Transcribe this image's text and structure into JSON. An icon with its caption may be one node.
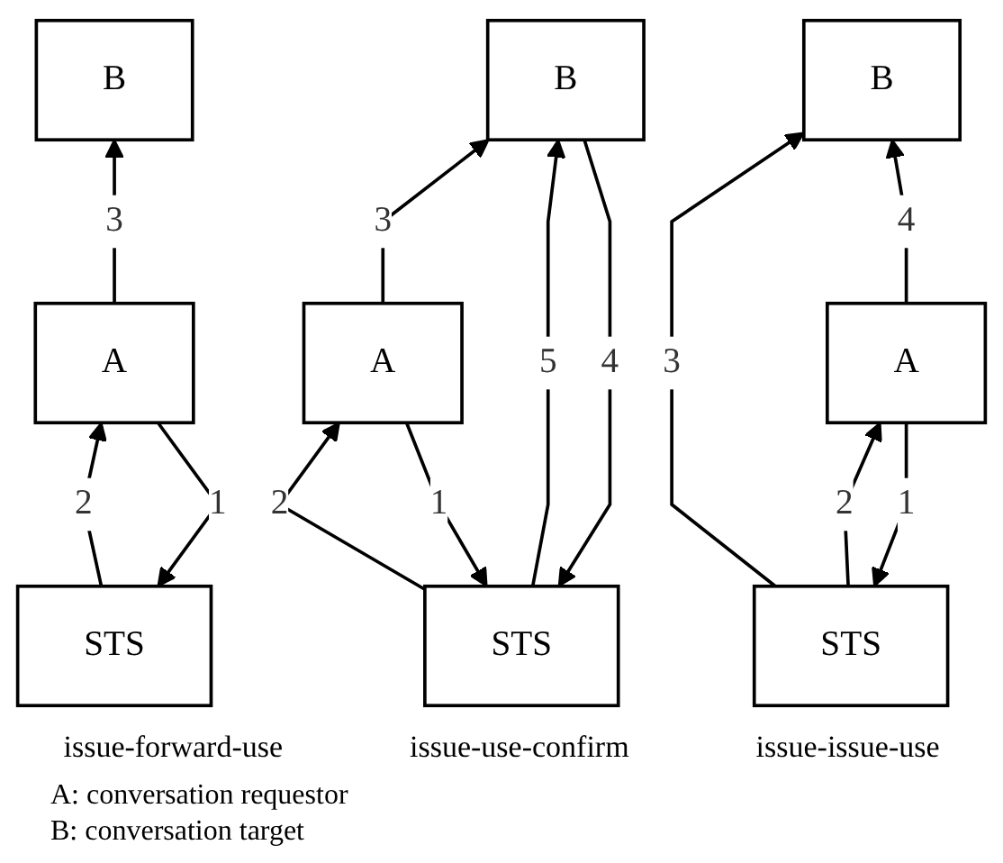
{
  "diagram": {
    "nodes": [
      {
        "text": [
          "STS"
        ]
      },
      {
        "text": [
          "A"
        ]
      },
      {
        "text": [
          "B"
        ]
      },
      {
        "text": [
          "STS"
        ]
      },
      {
        "text": [
          "A"
        ]
      },
      {
        "text": [
          "B"
        ]
      },
      {
        "text": [
          "STS"
        ]
      },
      {
        "text": [
          "A"
        ]
      },
      {
        "text": [
          "B"
        ]
      }
    ],
    "edges": [
      {
        "from": 1,
        "to": 0,
        "arrow": "to",
        "label": "1"
      },
      {
        "from": 0,
        "to": 1,
        "arrow": "to",
        "label": "2"
      },
      {
        "from": 1,
        "to": 2,
        "arrow": "to",
        "label": "3"
      },
      {
        "from": 4,
        "to": 3,
        "arrow": "to",
        "label": "1"
      },
      {
        "from": 3,
        "to": 4,
        "arrow": "to",
        "label": "2"
      },
      {
        "from": 4,
        "to": 5,
        "arrow": "to",
        "label": "3"
      },
      {
        "from": 5,
        "to": 3,
        "arrow": "to",
        "label": "4"
      },
      {
        "from": 3,
        "to": 5,
        "arrow": "to",
        "label": "5"
      },
      {
        "from": 7,
        "to": 6,
        "arrow": "to",
        "label": "1"
      },
      {
        "from": 6,
        "to": 7,
        "arrow": "to",
        "label": "2"
      },
      {
        "from": 6,
        "to": 8,
        "arrow": "to",
        "label": "3"
      },
      {
        "from": 7,
        "to": 8,
        "arrow": "to",
        "label": "4"
      }
    ],
    "labels": [
      "issue-forward-use",
      "issue-use-confirm",
      "issue-issue-use",
      "A: conversation requestor",
      "B: conversation target"
    ]
  }
}
